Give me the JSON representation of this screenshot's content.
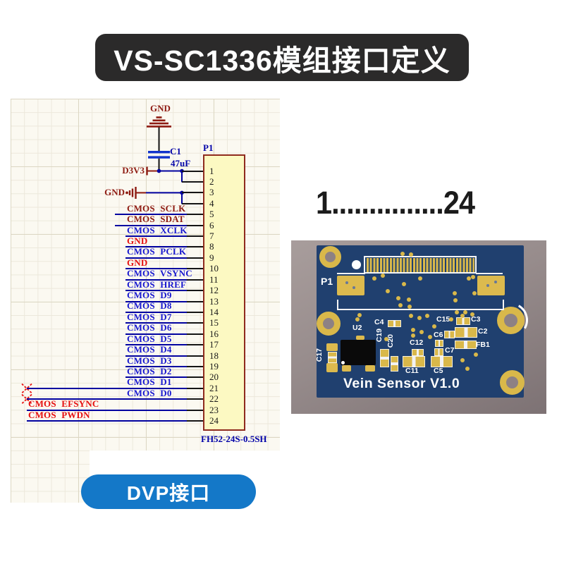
{
  "title": "VS-SC1336模组接口定义",
  "pin_range_text": "1...............24",
  "dvp_button": {
    "label": "DVP接口"
  },
  "schematic": {
    "top_ground_label": "GND",
    "capacitor_ref": "C1",
    "capacitor_value": "47uF",
    "power_net_label": "D3V3",
    "left_ground_label": "GND",
    "connector_ref": "P1",
    "connector_part_number": "FH52-24S-0.5SH",
    "pins": [
      {
        "num": "1",
        "label": "",
        "color": ""
      },
      {
        "num": "2",
        "label": "",
        "color": ""
      },
      {
        "num": "3",
        "label": "",
        "color": ""
      },
      {
        "num": "4",
        "label": "",
        "color": ""
      },
      {
        "num": "5",
        "label": "CMOS SCLK",
        "color": "maroon"
      },
      {
        "num": "6",
        "label": "CMOS SDAT",
        "color": "maroon"
      },
      {
        "num": "7",
        "label": "CMOS XCLK",
        "color": "blue"
      },
      {
        "num": "8",
        "label": "GND",
        "color": "red"
      },
      {
        "num": "9",
        "label": "CMOS PCLK",
        "color": "blue"
      },
      {
        "num": "10",
        "label": "GND",
        "color": "red"
      },
      {
        "num": "11",
        "label": "CMOS VSYNC",
        "color": "blue"
      },
      {
        "num": "12",
        "label": "CMOS HREF",
        "color": "blue"
      },
      {
        "num": "13",
        "label": "CMOS D9",
        "color": "blue"
      },
      {
        "num": "14",
        "label": "CMOS D8",
        "color": "blue"
      },
      {
        "num": "15",
        "label": "CMOS D7",
        "color": "blue"
      },
      {
        "num": "16",
        "label": "CMOS D6",
        "color": "blue"
      },
      {
        "num": "17",
        "label": "CMOS D5",
        "color": "blue"
      },
      {
        "num": "18",
        "label": "CMOS D4",
        "color": "blue"
      },
      {
        "num": "19",
        "label": "CMOS D3",
        "color": "blue"
      },
      {
        "num": "20",
        "label": "CMOS D2",
        "color": "blue"
      },
      {
        "num": "21",
        "label": "CMOS D1",
        "color": "blue"
      },
      {
        "num": "22",
        "label": "CMOS D0",
        "color": "blue"
      },
      {
        "num": "23",
        "label": "CMOS EFSYNC",
        "color": "red"
      },
      {
        "num": "24",
        "label": "CMOS PWDN",
        "color": "red"
      }
    ]
  },
  "pcb": {
    "silk_ref": "P1",
    "board_title": "Vein Sensor V1.0",
    "components": [
      {
        "ref": "U2"
      },
      {
        "ref": "C17"
      },
      {
        "ref": "C4"
      },
      {
        "ref": "C19"
      },
      {
        "ref": "C20"
      },
      {
        "ref": "C12"
      },
      {
        "ref": "C11"
      },
      {
        "ref": "C5"
      },
      {
        "ref": "C6"
      },
      {
        "ref": "C7"
      },
      {
        "ref": "C15"
      },
      {
        "ref": "C3"
      },
      {
        "ref": "C2"
      },
      {
        "ref": "FB1"
      }
    ]
  },
  "colors": {
    "title_bg": "#2b2a2a",
    "button_bg": "#1478c8",
    "board_blue": "#20406f",
    "gold": "#d9b84a",
    "wire_blue": "#0101a0",
    "wire_black": "#151515",
    "label_blue": "#1717cf",
    "label_red": "#e60f0f",
    "label_maroon": "#8e1b12",
    "connector_fill": "#fcf9c2",
    "connector_border": "#8f2b1e"
  }
}
